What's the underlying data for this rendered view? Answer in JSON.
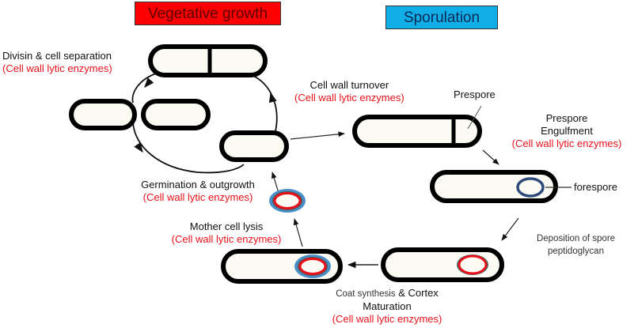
{
  "headers": {
    "vegetative": {
      "label": "Vegetative growth",
      "bg": "#ff0000",
      "fg": "#5a0000"
    },
    "sporulation": {
      "label": "Sporulation",
      "bg": "#11aee8",
      "fg": "#0b2a55"
    }
  },
  "colors": {
    "cell_fill": "#fbfbf3",
    "cell_wall": "#000000",
    "lytic_text": "#e8101a",
    "forespore_ring": "#3a5a8a",
    "spore_cortex": "#e8101a",
    "spore_coat": "#4a90c8"
  },
  "labels": {
    "division": {
      "title": "Divisin & cell separation",
      "enzyme": "(Cell wall lytic enzymes)"
    },
    "turnover": {
      "title": "Cell wall turnover",
      "enzyme": "(Cell wall lytic enzymes)"
    },
    "prespore": {
      "title": "Prespore"
    },
    "engulfment": {
      "title_1": "Prespore",
      "title_2": "Engulfment",
      "enzyme": "(Cell wall lytic enzymes)"
    },
    "forespore": {
      "title": "forespore"
    },
    "deposition": {
      "line_1": "Deposition of spore",
      "line_2": "peptidoglycan"
    },
    "maturation": {
      "line_1a": "Coat synthesis",
      "line_1b": " & Cortex",
      "line_2": "Maturation",
      "enzyme": "(Cell wall lytic enzymes)"
    },
    "lysis": {
      "title": "Mother cell lysis",
      "enzyme": "(Cell wall lytic enzymes)"
    },
    "germination": {
      "title": "Germination & outgrowth",
      "enzyme": "(Cell wall lytic enzymes)"
    }
  }
}
